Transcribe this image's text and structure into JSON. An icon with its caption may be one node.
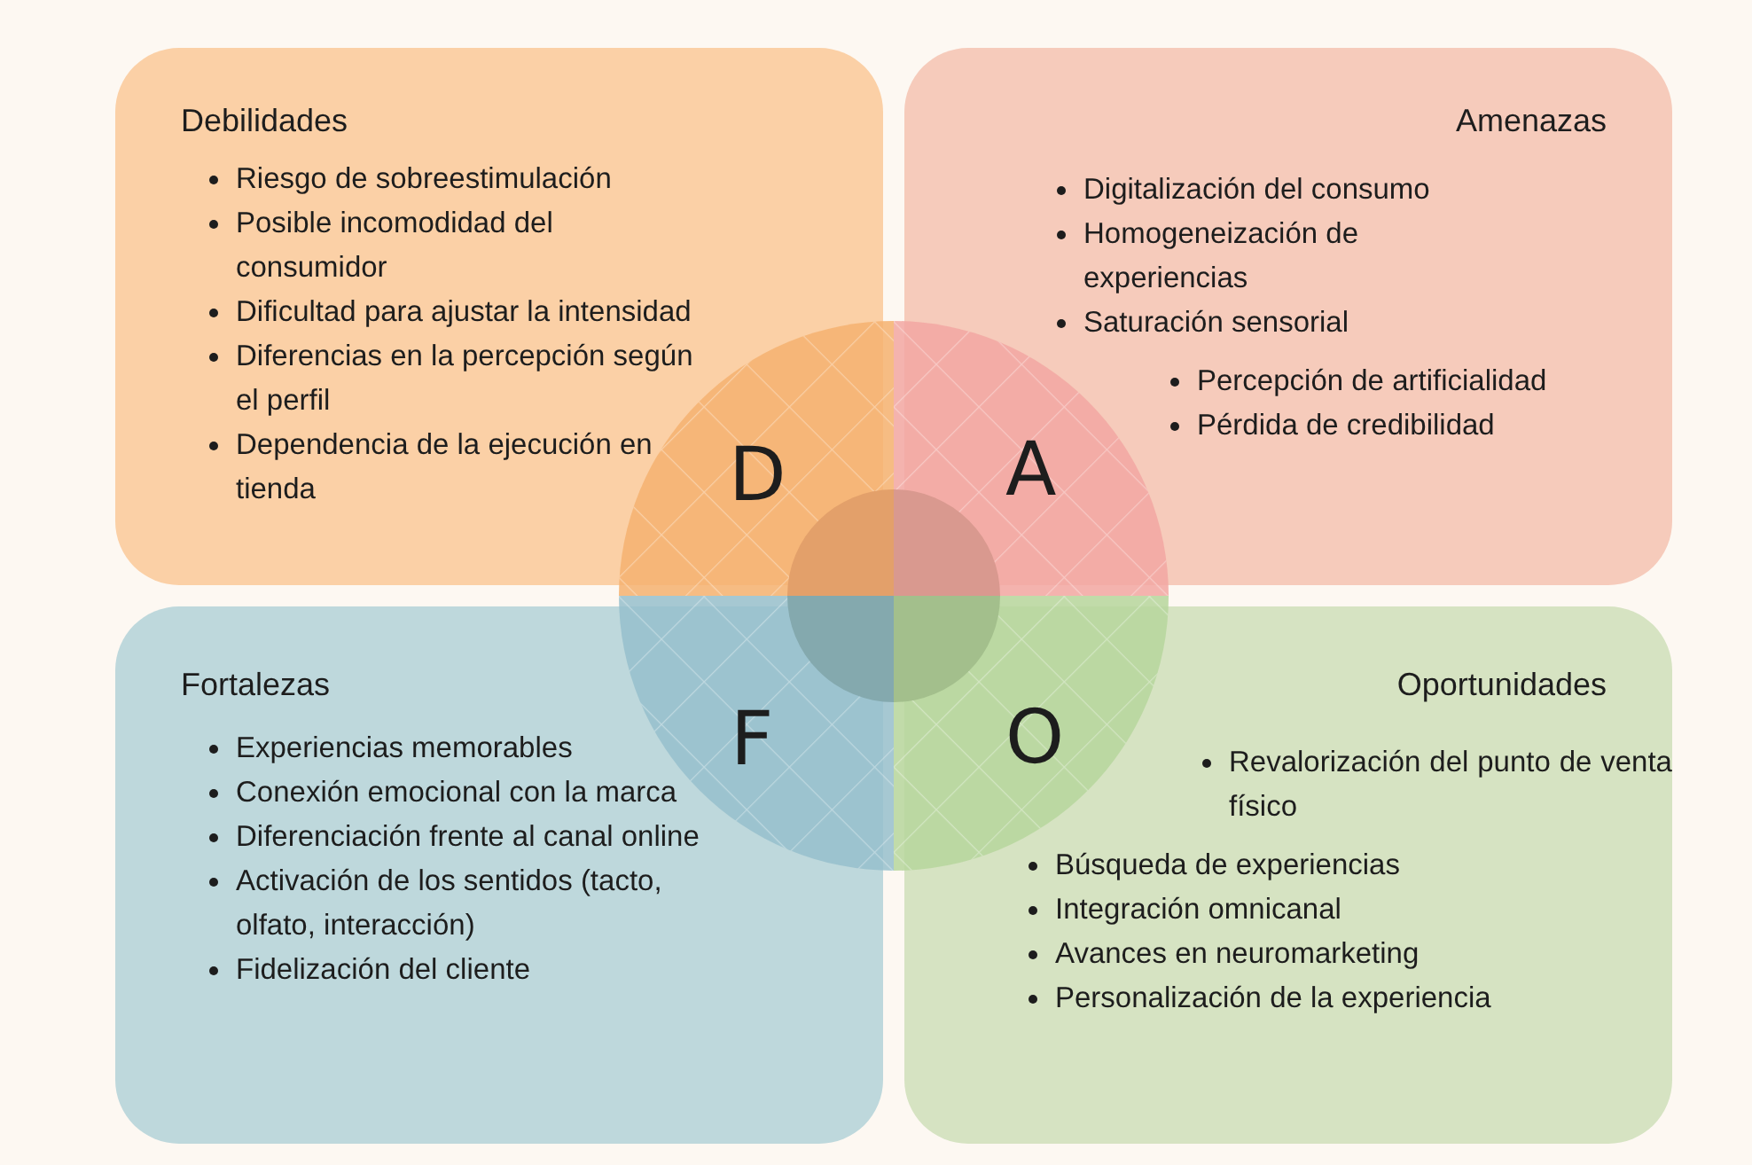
{
  "diagram": {
    "nodes": [
      {
        "text": [
          "Debilidades",
          "Riesgo de sobreestimulación",
          "Posible incomodidad del consumidor",
          "Dificultad para ajustar la intensidad",
          "Diferencias en la percepción según el perfil",
          "Dependencia de la ejecución en tienda"
        ]
      },
      {
        "text": [
          "Amenazas",
          "Digitalización del consumo",
          "Homogeneización de experiencias",
          "Saturación sensorial",
          "Percepción de artificialidad",
          "Pérdida de credibilidad"
        ]
      },
      {
        "text": [
          "D"
        ]
      },
      {
        "text": [
          "A"
        ]
      },
      {
        "text": [
          "F"
        ]
      },
      {
        "text": [
          "O"
        ]
      },
      {
        "text": [
          "Fortalezas",
          "Experiencias memorables",
          "Conexión emocional con la marca",
          "Diferenciación frente al canal online",
          "Activación de los sentidos (tacto, olfato, interacción)",
          "Fidelización del cliente"
        ]
      },
      {
        "text": [
          "Oportunidades",
          "Revalorización del punto de venta físico",
          "Búsqueda de experiencias",
          "Integración omnicanal",
          "Avances en neuromarketing",
          "Personalización de la experiencia"
        ]
      }
    ]
  }
}
